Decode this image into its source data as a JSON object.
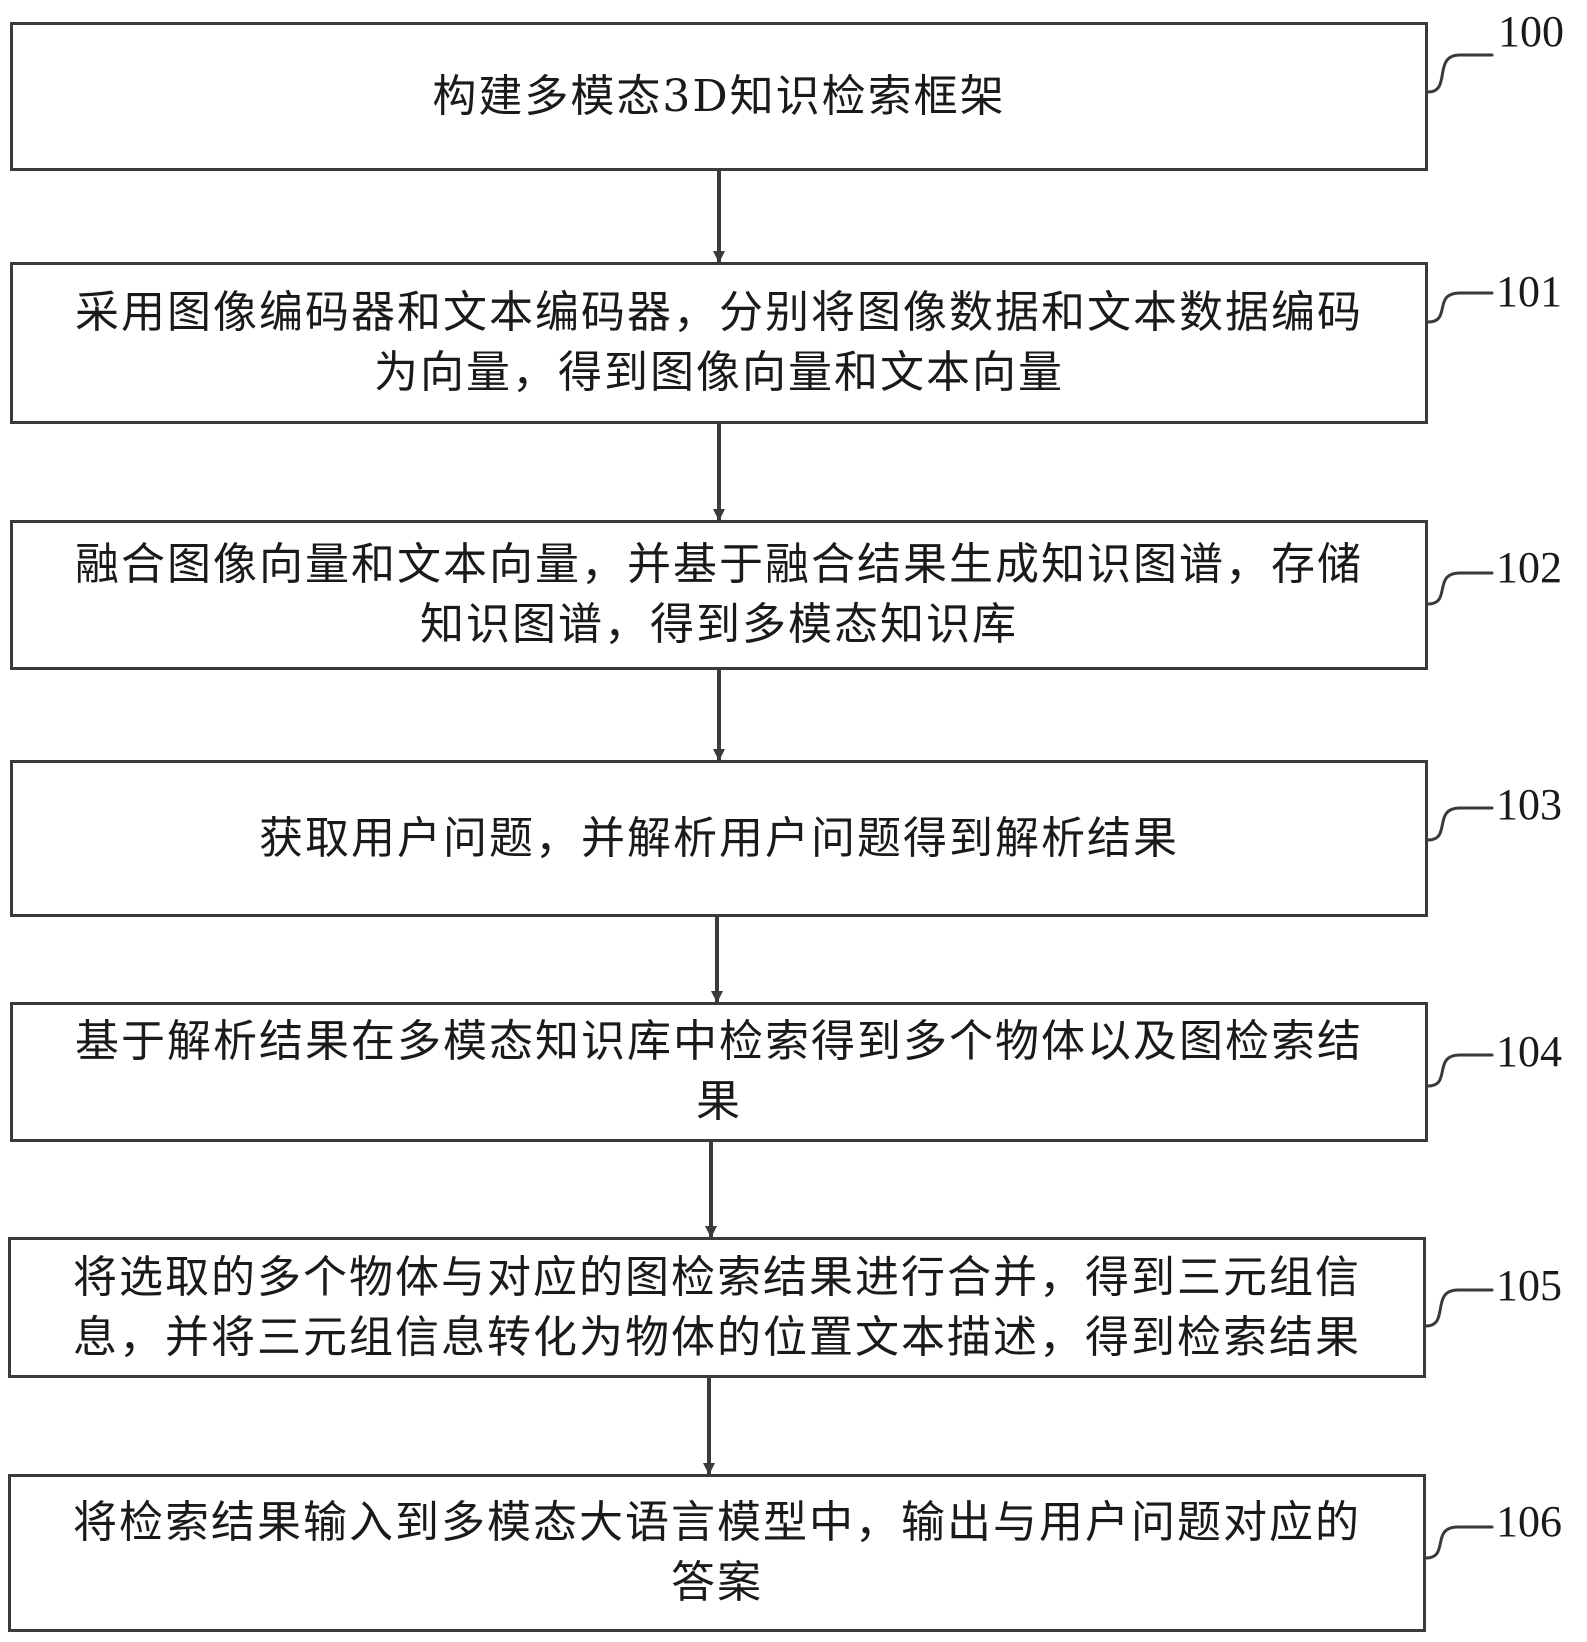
{
  "flowchart": {
    "steps": [
      {
        "label": "100",
        "text": "构建多模态3D知识检索框架"
      },
      {
        "label": "101",
        "text": "采用图像编码器和文本编码器，分别将图像数据和文本数据编码\n为向量，得到图像向量和文本向量"
      },
      {
        "label": "102",
        "text": "融合图像向量和文本向量，并基于融合结果生成知识图谱，存储\n知识图谱，得到多模态知识库"
      },
      {
        "label": "103",
        "text": "获取用户问题，并解析用户问题得到解析结果"
      },
      {
        "label": "104",
        "text": "基于解析结果在多模态知识库中检索得到多个物体以及图检索结\n果"
      },
      {
        "label": "105",
        "text": "将选取的多个物体与对应的图检索结果进行合并，得到三元组信\n息，并将三元组信息转化为物体的位置文本描述，得到检索结果"
      },
      {
        "label": "106",
        "text": "将检索结果输入到多模态大语言模型中，输出与用户问题对应的\n答案"
      }
    ]
  }
}
